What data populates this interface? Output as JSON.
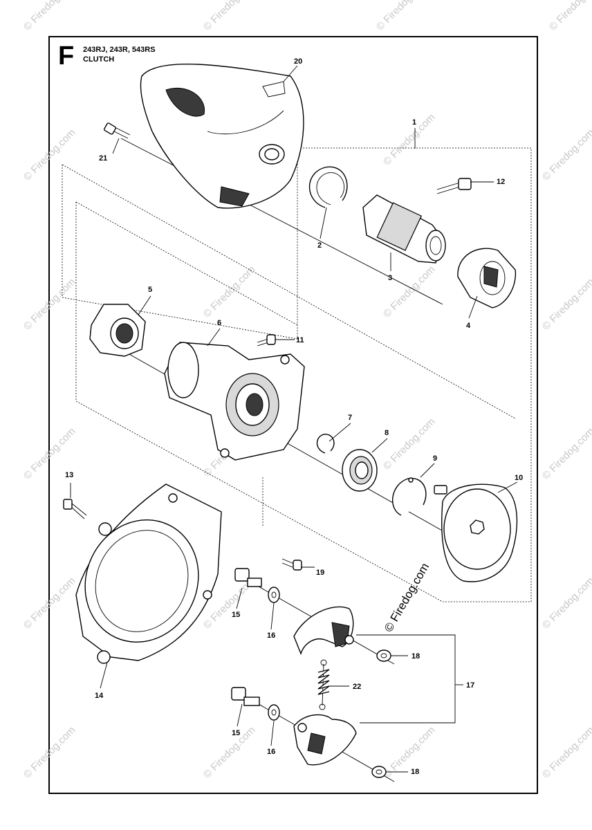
{
  "section": {
    "letter": "F",
    "models": "243RJ, 243R, 543RS",
    "title": "CLUTCH"
  },
  "watermark": {
    "main": "© Firedog.com",
    "repeat": "© Firedog.com"
  },
  "callouts": [
    "1",
    "2",
    "3",
    "4",
    "5",
    "6",
    "7",
    "8",
    "9",
    "10",
    "11",
    "12",
    "13",
    "14",
    "15",
    "15",
    "16",
    "16",
    "17",
    "18",
    "18",
    "19",
    "20",
    "21",
    "22"
  ]
}
